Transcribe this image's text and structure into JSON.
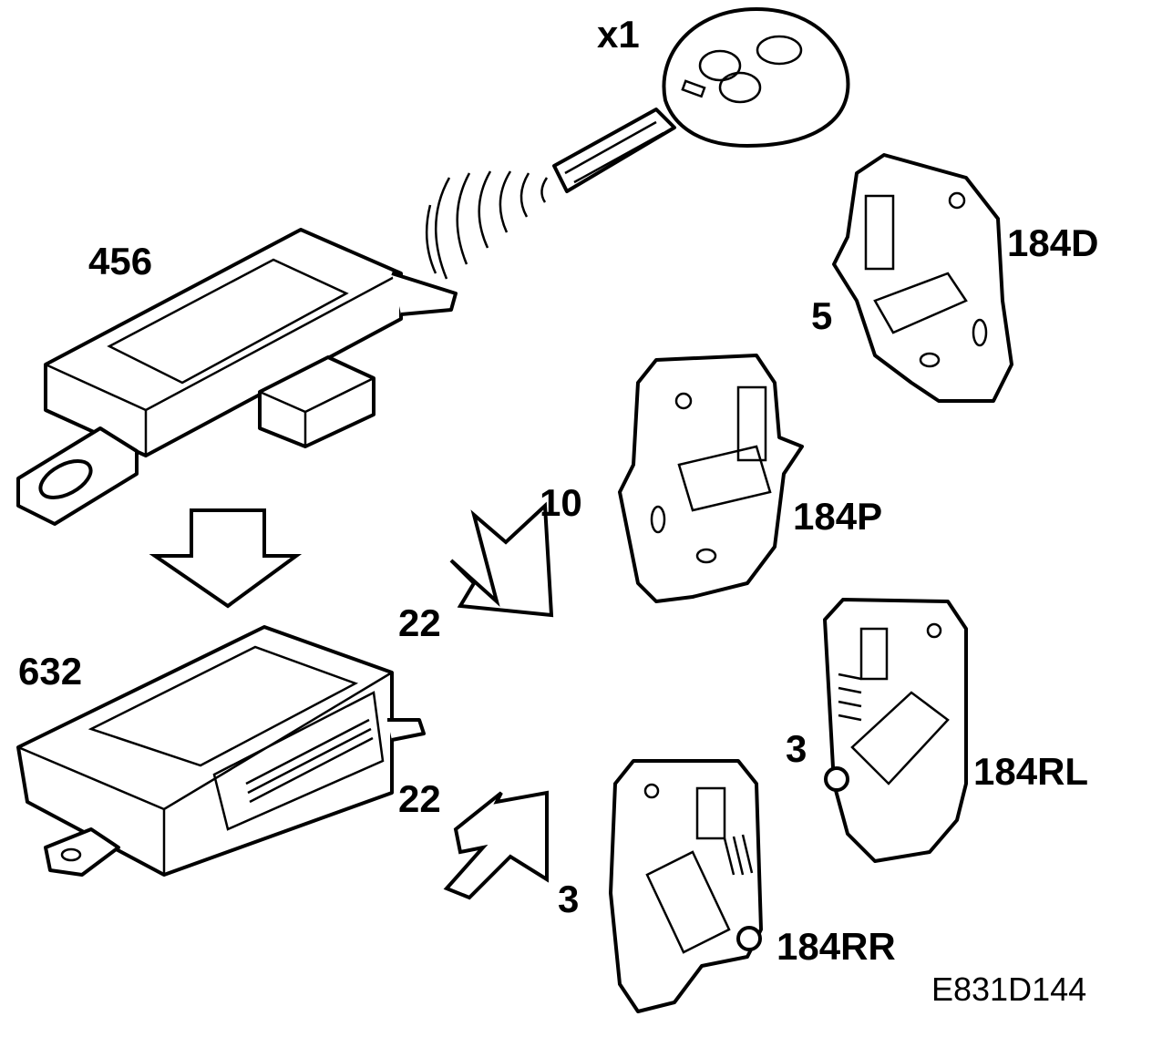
{
  "labels": {
    "key_qty": "x1",
    "receiver": "456",
    "central_module": "632",
    "lock_driver": "184D",
    "lock_driver_pins": "5",
    "lock_passenger": "184P",
    "lock_passenger_pins": "10",
    "lock_rear_left": "184RL",
    "lock_rear_left_pins": "3",
    "lock_rear_right": "184RR",
    "lock_rear_right_pins": "3",
    "wire_upper": "22",
    "wire_lower": "22",
    "figure_ref": "E831D144"
  },
  "colors": {
    "line": "#000000",
    "background": "#ffffff"
  }
}
